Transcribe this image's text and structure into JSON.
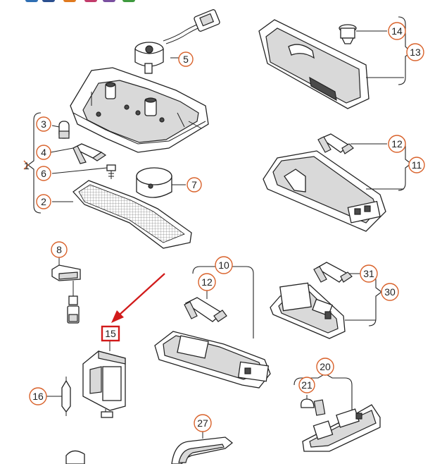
{
  "toolbar": {
    "chips": [
      {
        "name": "toolbar-chip-1",
        "color": "#2f6fb3"
      },
      {
        "name": "toolbar-chip-2",
        "color": "#2b4f8f"
      },
      {
        "name": "toolbar-chip-3",
        "color": "#e07a1f"
      },
      {
        "name": "toolbar-chip-4",
        "color": "#c23b6b"
      },
      {
        "name": "toolbar-chip-5",
        "color": "#7a4fa0"
      },
      {
        "name": "toolbar-chip-6",
        "color": "#3e9a3e"
      }
    ]
  },
  "callouts": {
    "c1": "1",
    "c2": "2",
    "c3": "3",
    "c4": "4",
    "c5": "5",
    "c6": "6",
    "c7": "7",
    "c8": "8",
    "c10": "10",
    "c11": "11",
    "c12a": "12",
    "c12b": "12",
    "c13": "13",
    "c14": "14",
    "c15": "15",
    "c16": "16",
    "c20": "20",
    "c21": "21",
    "c27": "27",
    "c30": "30",
    "c31": "31"
  },
  "colors": {
    "callout_ring": "#d9622b",
    "highlight": "#d11a1a",
    "arrow": "#d11a1a"
  }
}
